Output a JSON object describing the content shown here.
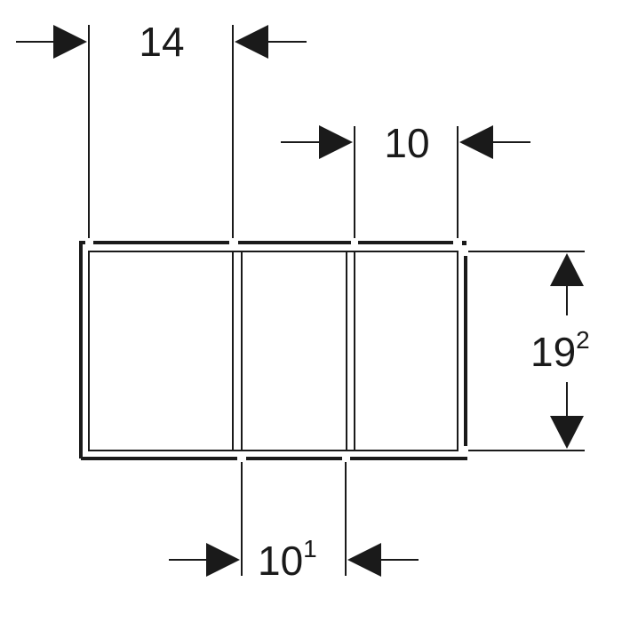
{
  "dimensions": {
    "top_width": "14",
    "right_section_width": "10",
    "height_main": "19",
    "height_sup": "2",
    "middle_width_main": "10",
    "middle_width_sup": "1"
  },
  "colors": {
    "line": "#1a1a1a",
    "background": "#ffffff"
  }
}
